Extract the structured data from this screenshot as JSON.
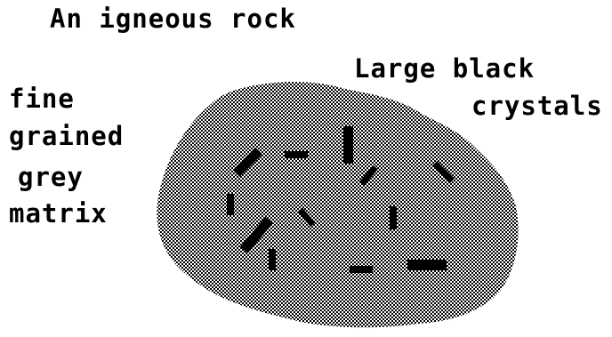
{
  "diagram": {
    "title": "An igneous rock",
    "labels": {
      "crystals_line1": "Large black",
      "crystals_line2": "crystals",
      "matrix_line1": "fine",
      "matrix_line2": "grained",
      "matrix_line3": "grey",
      "matrix_line4": "matrix"
    },
    "colors": {
      "text": "#000000",
      "matrix_dither_dark": "#000000",
      "matrix_dither_light": "#ffffff",
      "crystal": "#000000",
      "background": "#ffffff"
    }
  }
}
